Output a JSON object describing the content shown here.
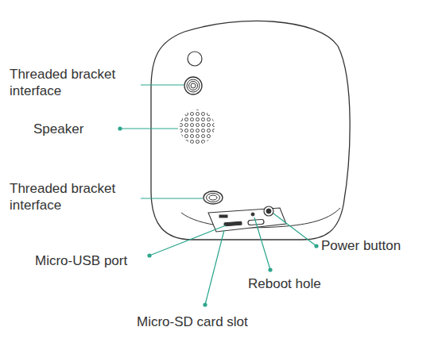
{
  "diagram": {
    "labels": [
      "Threaded bracket interface",
      "Speaker",
      "Threaded bracket interface",
      "Micro-USB port",
      "Micro-SD card slot",
      "Reboot hole",
      "Power button"
    ]
  }
}
